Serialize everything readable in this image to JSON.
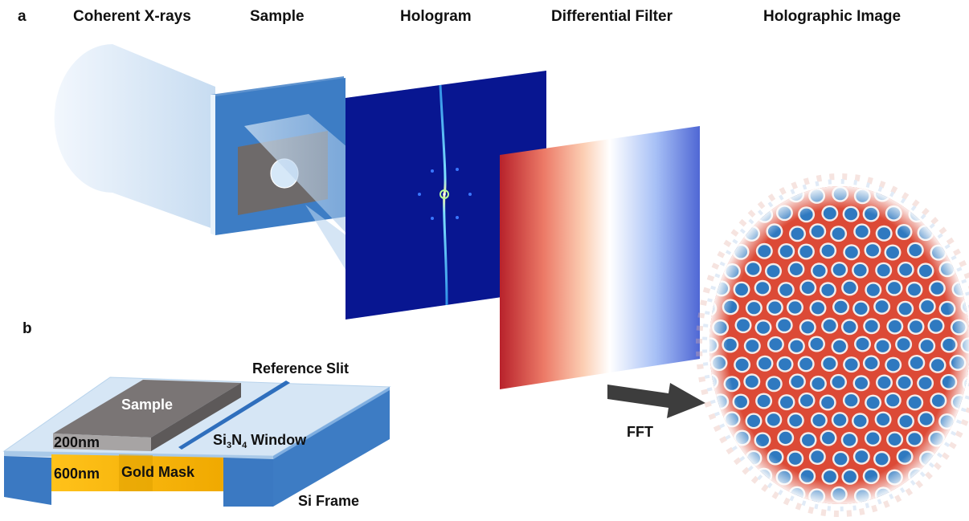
{
  "panel_labels": {
    "a": "a",
    "b": "b"
  },
  "headers": {
    "coherent_xrays": "Coherent X-rays",
    "sample": "Sample",
    "hologram": "Hologram",
    "differential_filter": "Differential Filter",
    "holographic_image": "Holographic Image"
  },
  "arrow_label": "FFT",
  "schematic": {
    "sample_label": "Sample",
    "reference_slit": "Reference Slit",
    "window_prefix": "Si",
    "window_sub1": "3",
    "window_mid": "N",
    "window_sub2": "4",
    "window_suffix": " Window",
    "thickness_sample": "200nm",
    "thickness_mask": "600nm",
    "gold_mask": "Gold Mask",
    "si_frame": "Si Frame"
  },
  "colors": {
    "hologram_bg": "#07138a",
    "streak": "#3fb7ff",
    "frame_blue": "#3b7cc4",
    "gold": "#f7b800",
    "sample_gray": "#6f6a6a",
    "filter_red": "#c0242b",
    "filter_blue": "#5a6fd8"
  }
}
